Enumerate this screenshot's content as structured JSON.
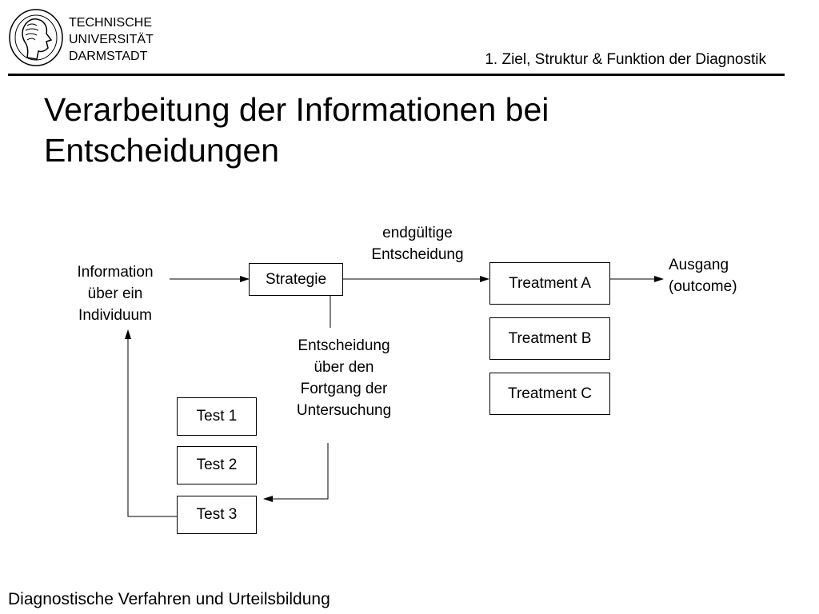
{
  "header": {
    "university_lines": [
      "TECHNISCHE",
      "UNIVERSITÄT",
      "DARMSTADT"
    ],
    "section": "1. Ziel, Struktur & Funktion der Diagnostik"
  },
  "title": {
    "line1": "Verarbeitung der Informationen bei",
    "line2": "Entscheidungen"
  },
  "diagram": {
    "information": [
      "Information",
      "über ein",
      "Individuum"
    ],
    "strategie": "Strategie",
    "endgueltige": [
      "endgültige",
      "Entscheidung"
    ],
    "treatments": [
      "Treatment A",
      "Treatment B",
      "Treatment C"
    ],
    "ausgang": [
      "Ausgang",
      "(outcome)"
    ],
    "fortgang": [
      "Entscheidung",
      "über den",
      "Fortgang der",
      "Untersuchung"
    ],
    "tests": [
      "Test 1",
      "Test 2",
      "Test 3"
    ]
  },
  "footer": "Diagnostische Verfahren und Urteilsbildung"
}
